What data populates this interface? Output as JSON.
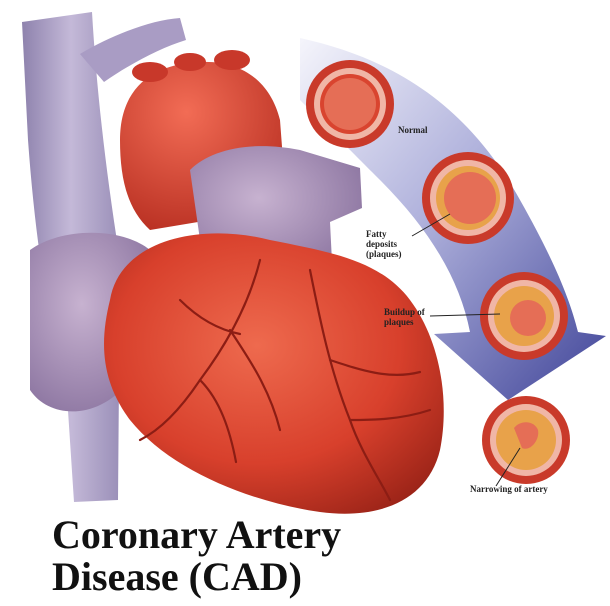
{
  "title": {
    "line1": "Coronary Artery",
    "line2": "Disease (CAD)"
  },
  "stages": [
    {
      "label": "Normal"
    },
    {
      "label": "Fatty deposits (plaques)",
      "line1": "Fatty",
      "line2": "deposits",
      "line3": "(plaques)"
    },
    {
      "label": "Buildup of plaques",
      "line1": "Buildup of",
      "line2": "plaques"
    },
    {
      "label": "Narrowing of artery"
    }
  ],
  "colors": {
    "heart": "#d9412f",
    "heart_dark": "#a8271c",
    "vessel": "#a79bc0",
    "arrow": "#3a3f9e",
    "plaque": "#e8a24a",
    "vessel_wall": "#c93a2a"
  }
}
